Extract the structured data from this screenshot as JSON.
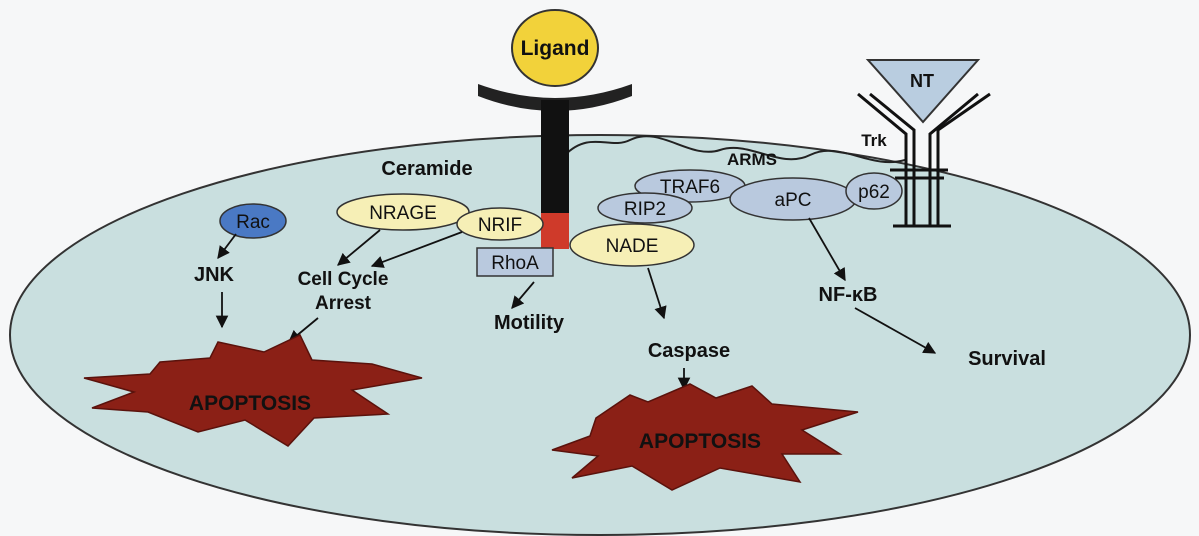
{
  "diagram": {
    "ligand": "Ligand",
    "nt": "NT",
    "trk": "Trk",
    "arms": "ARMS",
    "ceramide": "Ceramide",
    "rac": "Rac",
    "nrage": "NRAGE",
    "nrif": "NRIF",
    "rhoa": "RhoA",
    "traf6": "TRAF6",
    "rip2": "RIP2",
    "apc": "aPC",
    "p62": "p62",
    "nade": "NADE",
    "jnk": "JNK",
    "cell_cycle_line1": "Cell Cycle",
    "cell_cycle_line2": "Arrest",
    "motility": "Motility",
    "caspase": "Caspase",
    "nfkb": "NF-κB",
    "survival": "Survival",
    "apoptosis_left": "APOPTOSIS",
    "apoptosis_right": "APOPTOSIS"
  },
  "colors": {
    "cell_fill": "#c9dfdf",
    "ligand": "#f2d23a",
    "rac": "#4a79c4",
    "nrage": "#f6efb6",
    "protein_blue": "#b9c9de",
    "apoptosis": "#8b2016",
    "receptor_red": "#cf3a2a",
    "nt_fill": "#b9cde0"
  }
}
